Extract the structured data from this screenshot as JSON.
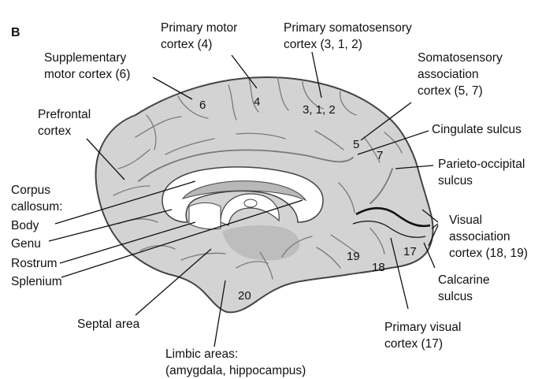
{
  "panel_letter": "B",
  "colors": {
    "brain_fill": "#d3d3d3",
    "outline": "#444444",
    "sulcus": "#7a7a7a",
    "callosum_white": "#ffffff",
    "ventricle": "#b8b8b8",
    "leader": "#111111"
  },
  "labels": {
    "primary_motor": [
      "Primary motor",
      "cortex (4)"
    ],
    "primary_somatosensory": [
      "Primary somatosensory",
      "cortex (3, 1, 2)"
    ],
    "supplementary_motor": [
      "Supplementary",
      "motor cortex (6)"
    ],
    "somatosensory_assoc": [
      "Somatosensory",
      "association",
      "cortex (5, 7)"
    ],
    "prefrontal": [
      "Prefrontal",
      "cortex"
    ],
    "cingulate_sulcus": "Cingulate sulcus",
    "parieto_occipital": [
      "Parieto-occipital",
      "sulcus"
    ],
    "corpus_callosum": [
      "Corpus",
      "callosum:"
    ],
    "body": "Body",
    "genu": "Genu",
    "rostrum": "Rostrum",
    "splenium": "Splenium",
    "visual_assoc": [
      "Visual",
      "association",
      "cortex (18, 19)"
    ],
    "calcarine": [
      "Calcarine",
      "sulcus"
    ],
    "septal_area": "Septal area",
    "primary_visual": [
      "Primary visual",
      "cortex (17)"
    ],
    "limbic": [
      "Limbic areas:",
      "(amygdala, hippocampus)"
    ]
  },
  "area_numbers": {
    "n6": "6",
    "n4": "4",
    "n312": "3, 1, 2",
    "n5": "5",
    "n7": "7",
    "n19": "19",
    "n18": "18",
    "n17": "17",
    "n20": "20"
  }
}
